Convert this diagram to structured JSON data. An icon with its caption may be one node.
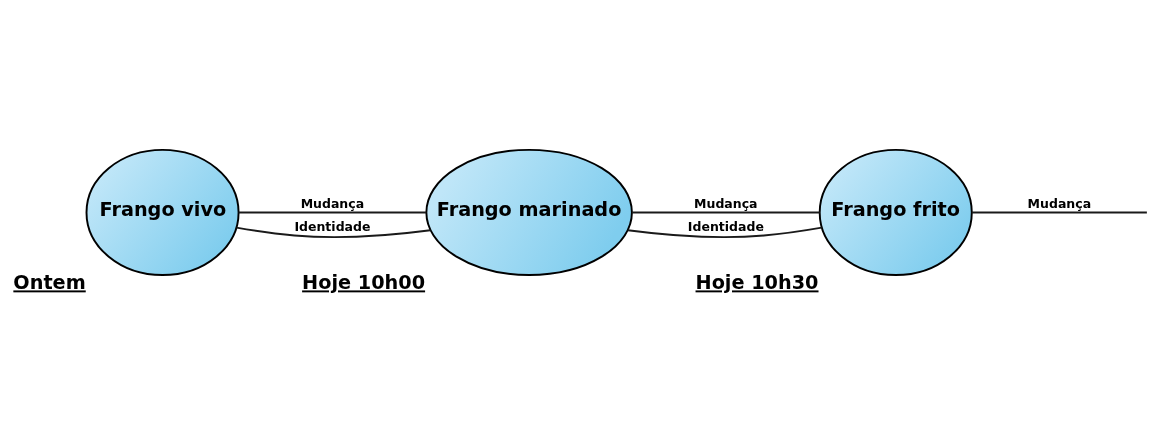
{
  "diagram": {
    "nodes": [
      {
        "text": [
          "Frango vivo"
        ],
        "beside": [
          "Ontem"
        ]
      },
      {
        "text": [
          "Frango marinado"
        ],
        "beside": [
          "Hoje 10h00"
        ]
      },
      {
        "text": [
          "Frango frito"
        ],
        "beside": [
          "Hoje 10h30"
        ]
      }
    ],
    "edges": [
      {
        "from": 0,
        "to": 1,
        "arrow": "none",
        "label": "Mudança"
      },
      {
        "from": 0,
        "to": 1,
        "arrow": "none",
        "label": "Identidade"
      },
      {
        "from": 1,
        "to": 2,
        "arrow": "none",
        "label": "Mudança"
      },
      {
        "from": 1,
        "to": 2,
        "arrow": "none",
        "label": "Identidade"
      },
      {
        "from": 2,
        "to": null,
        "arrow": "none",
        "label": "Mudança"
      }
    ]
  }
}
